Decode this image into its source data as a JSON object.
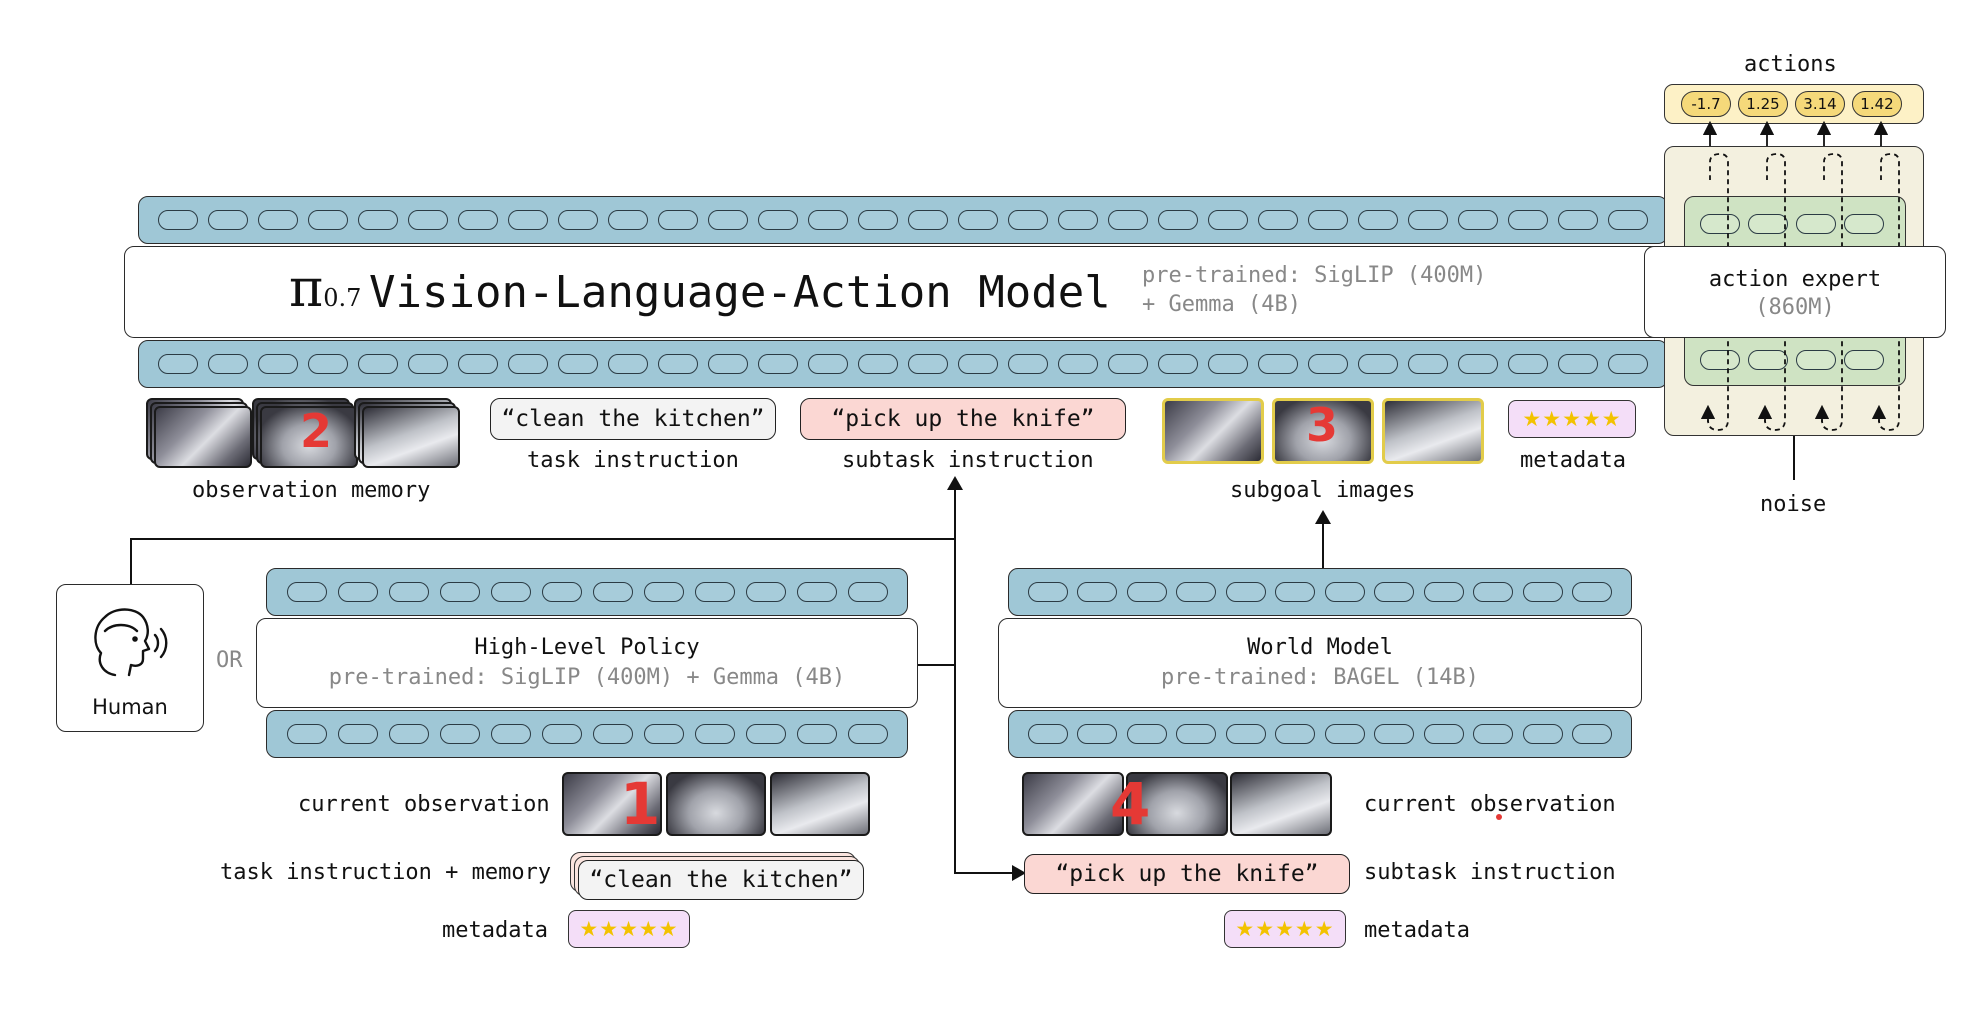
{
  "main_model": {
    "pi_symbol": "π",
    "pi_sub": "0.7",
    "title": "Vision-Language-Action Model",
    "pretrain_line1": "pre-trained: SigLIP (400M)",
    "pretrain_line2": "+ Gemma (4B)"
  },
  "action_expert": {
    "title": "action expert",
    "size": "(860M)",
    "actions_label": "actions",
    "noise_label": "noise",
    "actions": [
      "-1.7",
      "1.25",
      "3.14",
      "1.42"
    ]
  },
  "inputs": {
    "observation_memory": "observation memory",
    "task_instruction_text": "“clean the kitchen”",
    "task_instruction_label": "task instruction",
    "subtask_text": "“pick up the knife”",
    "subtask_label": "subtask instruction",
    "subgoal_label": "subgoal images",
    "metadata_label": "metadata",
    "stars": "★★★★★"
  },
  "human": {
    "label": "Human",
    "or": "OR"
  },
  "high_level_policy": {
    "title": "High-Level Policy",
    "pretrain": "pre-trained: SigLIP (400M) + Gemma (4B)",
    "current_observation": "current observation",
    "task_memory_label": "task instruction + memory",
    "task_text": "“clean the kitchen”",
    "metadata_label": "metadata"
  },
  "world_model": {
    "title": "World Model",
    "pretrain": "pre-trained: BAGEL (14B)",
    "current_observation": "current observation",
    "subtask_text": "“pick up the knife”",
    "subtask_label": "subtask instruction",
    "metadata_label": "metadata"
  },
  "annotations": [
    "2",
    "3",
    "1",
    "4"
  ],
  "colors": {
    "token_strip": "#9fc7d6",
    "expert_bg": "#f3f0df",
    "expert_inner": "#cfe3c3",
    "action_chip": "#f5d97a",
    "subtask_pill": "#fbd7d3",
    "task_pill": "#f3f3f3",
    "metadata_bg": "#f4def8",
    "subgoal_border": "#e2cc4a",
    "annotation": "#e53935"
  }
}
